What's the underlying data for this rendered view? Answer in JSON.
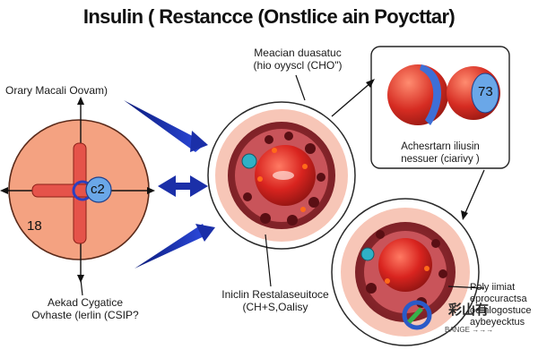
{
  "title": "Insulin ( Restancce (Onstlice ain Poycttar)",
  "labels": {
    "top_center_line1": "Meacian duasatuc",
    "top_center_line2": "(hio oyyscl (CHO\")",
    "left_top": "Orary Macali Oovam)",
    "left_bottom_line1": "Aekad Cygatice",
    "left_bottom_line2": "Ovhaste (lerlin (CSIP?",
    "right_box_line1": "Achesrtarn iliusin",
    "right_box_line2": "nessuer (ciarivy )",
    "bottom_center_line1": "Iniclin Restalaseuitoce",
    "bottom_center_line2": "(CH+S,Oalisy",
    "bottom_right_line1": "Poly iimiat",
    "bottom_right_line2": "eprocuractsa",
    "bottom_right_line3": "oe hlogostuce",
    "bottom_right_line4": "aybeyecktus",
    "watermark_top": "彩山有",
    "watermark_bottom": "BANGE →→→"
  },
  "numbers": {
    "left_circle_badge": "c2",
    "left_circle_side": "18",
    "right_box_badge": "73"
  },
  "colors": {
    "big_cell_fill": "#f4a281",
    "cell_nucleus": "#d9241f",
    "badge_blue": "#6aa7e8",
    "arrow_dark_blue": "#1b2fa8",
    "membrane_pink": "#f7c6b7"
  }
}
